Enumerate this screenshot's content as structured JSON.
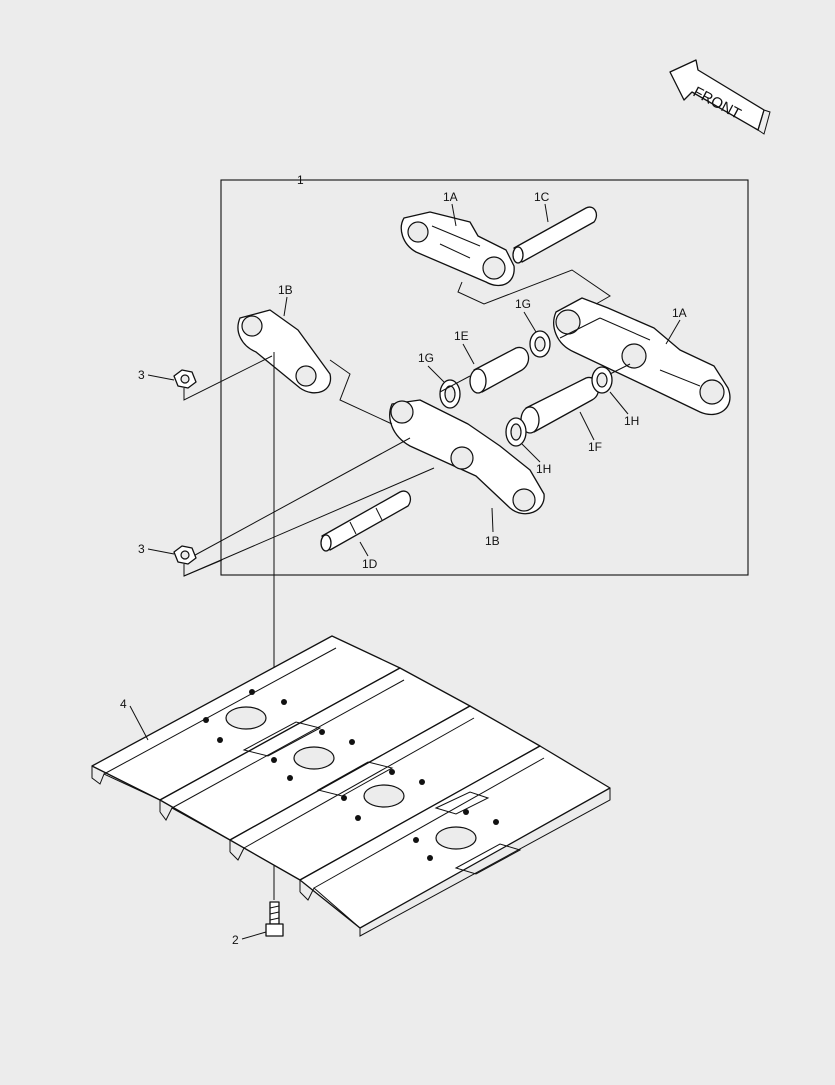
{
  "diagram": {
    "front_label": "FRONT",
    "callouts": {
      "assembly": "1",
      "link_a_top": "1A",
      "link_a_right": "1A",
      "link_b_left": "1B",
      "link_b_bottom": "1B",
      "pin_c": "1C",
      "pin_d": "1D",
      "bushing_e": "1E",
      "bushing_f": "1F",
      "seal_g_left": "1G",
      "seal_g_right": "1G",
      "seal_h_left": "1H",
      "seal_h_right": "1H",
      "nut_upper": "3",
      "nut_lower": "3",
      "shoe_plate": "4",
      "shoe_bolt": "2"
    }
  }
}
